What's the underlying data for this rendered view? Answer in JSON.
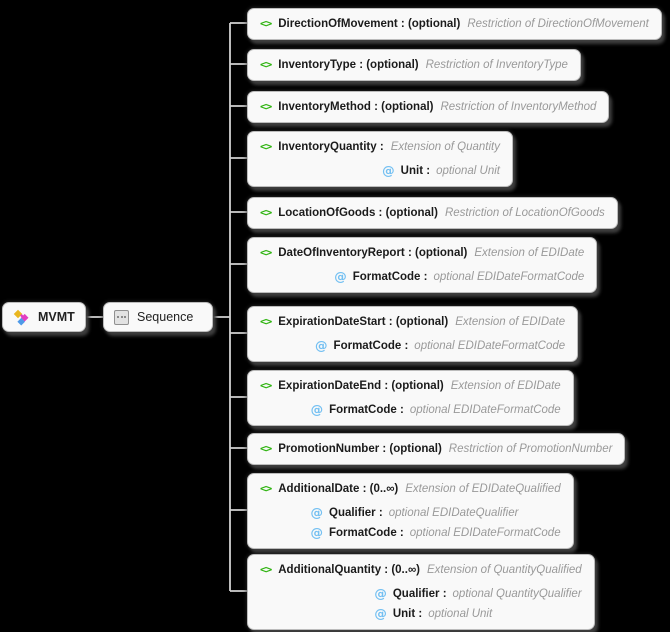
{
  "diagram": {
    "root": {
      "label": "MVMT"
    },
    "compositor": {
      "label": "Sequence"
    },
    "icons": {
      "element": "<>",
      "attribute": "@"
    },
    "colors": {
      "background": "#000000",
      "node_fill": "#f9f9f9",
      "node_border": "#bcbcbc",
      "connector": "#d2d2d2",
      "element_icon_green": "#2db30e",
      "attribute_icon_blue": "#74c0f2",
      "label_text": "#1b1b1b",
      "type_text": "#999999"
    },
    "elements": [
      {
        "label": "DirectionOfMovement : (optional)",
        "type": "Restriction of DirectionOfMovement",
        "attributes": []
      },
      {
        "label": "InventoryType : (optional)",
        "type": "Restriction of InventoryType",
        "attributes": []
      },
      {
        "label": "InventoryMethod : (optional)",
        "type": "Restriction of InventoryMethod",
        "attributes": []
      },
      {
        "label": "InventoryQuantity :",
        "type": "Extension of Quantity",
        "attributes": [
          {
            "label": "Unit :",
            "type": "optional Unit"
          }
        ]
      },
      {
        "label": "LocationOfGoods : (optional)",
        "type": "Restriction of LocationOfGoods",
        "attributes": []
      },
      {
        "label": "DateOfInventoryReport : (optional)",
        "type": "Extension of EDIDate",
        "attributes": [
          {
            "label": "FormatCode :",
            "type": "optional EDIDateFormatCode"
          }
        ]
      },
      {
        "label": "ExpirationDateStart : (optional)",
        "type": "Extension of EDIDate",
        "attributes": [
          {
            "label": "FormatCode :",
            "type": "optional EDIDateFormatCode"
          }
        ]
      },
      {
        "label": "ExpirationDateEnd : (optional)",
        "type": "Extension of EDIDate",
        "attributes": [
          {
            "label": "FormatCode :",
            "type": "optional EDIDateFormatCode"
          }
        ]
      },
      {
        "label": "PromotionNumber : (optional)",
        "type": "Restriction of PromotionNumber",
        "attributes": []
      },
      {
        "label": "AdditionalDate : (0..∞)",
        "type": "Extension of EDIDateQualified",
        "attributes": [
          {
            "label": "Qualifier :",
            "type": "optional EDIDateQualifier"
          },
          {
            "label": "FormatCode :",
            "type": "optional EDIDateFormatCode"
          }
        ]
      },
      {
        "label": "AdditionalQuantity : (0..∞)",
        "type": "Extension of QuantityQualified",
        "attributes": [
          {
            "label": "Qualifier :",
            "type": "optional QuantityQualifier"
          },
          {
            "label": "Unit :",
            "type": "optional Unit"
          }
        ]
      }
    ]
  }
}
